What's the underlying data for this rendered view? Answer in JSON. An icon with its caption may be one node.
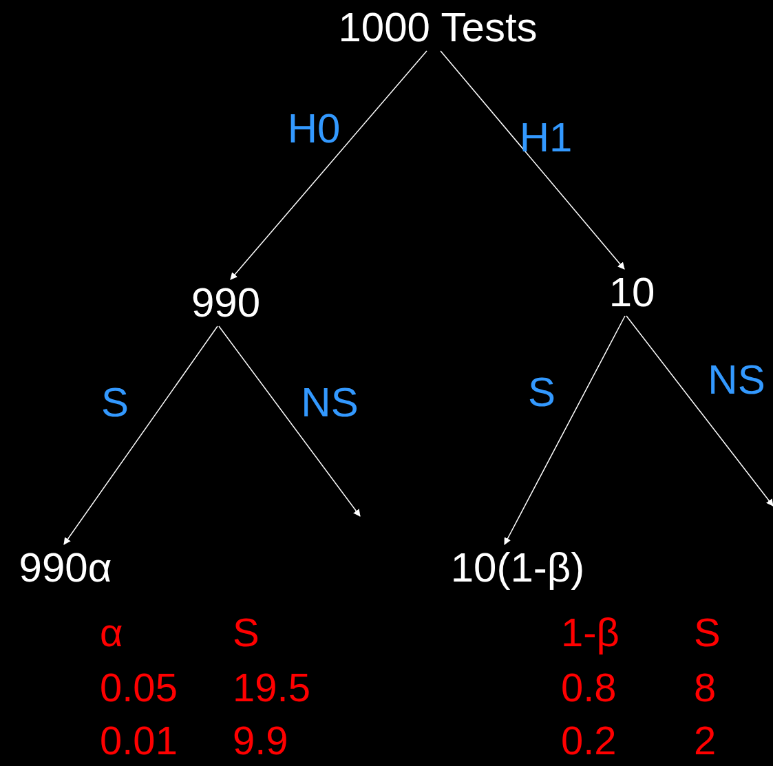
{
  "diagram": {
    "nodes": [
      {
        "text": [
          "1000 Tests"
        ]
      },
      {
        "text": [
          "990"
        ]
      },
      {
        "text": [
          "10"
        ]
      },
      {
        "text": [
          "990α"
        ]
      },
      {
        "text": [
          "10(1-β)"
        ]
      }
    ],
    "edges": [
      {
        "from": 0,
        "to": 1,
        "arrow": "to",
        "label": "H0"
      },
      {
        "from": 0,
        "to": 2,
        "arrow": "to",
        "label": "H1"
      },
      {
        "from": 1,
        "to": 3,
        "arrow": "to",
        "label": "S"
      },
      {
        "from": 1,
        "to": null,
        "arrow": "to",
        "label": "NS"
      },
      {
        "from": 2,
        "to": 4,
        "arrow": "to",
        "label": "S"
      },
      {
        "from": 2,
        "to": null,
        "arrow": "to",
        "label": "NS"
      }
    ],
    "labels": [
      "α",
      "S",
      "0.05",
      "19.5",
      "0.01",
      "9.9",
      "1-β",
      "S",
      "0.8",
      "8",
      "0.2",
      "2"
    ]
  }
}
